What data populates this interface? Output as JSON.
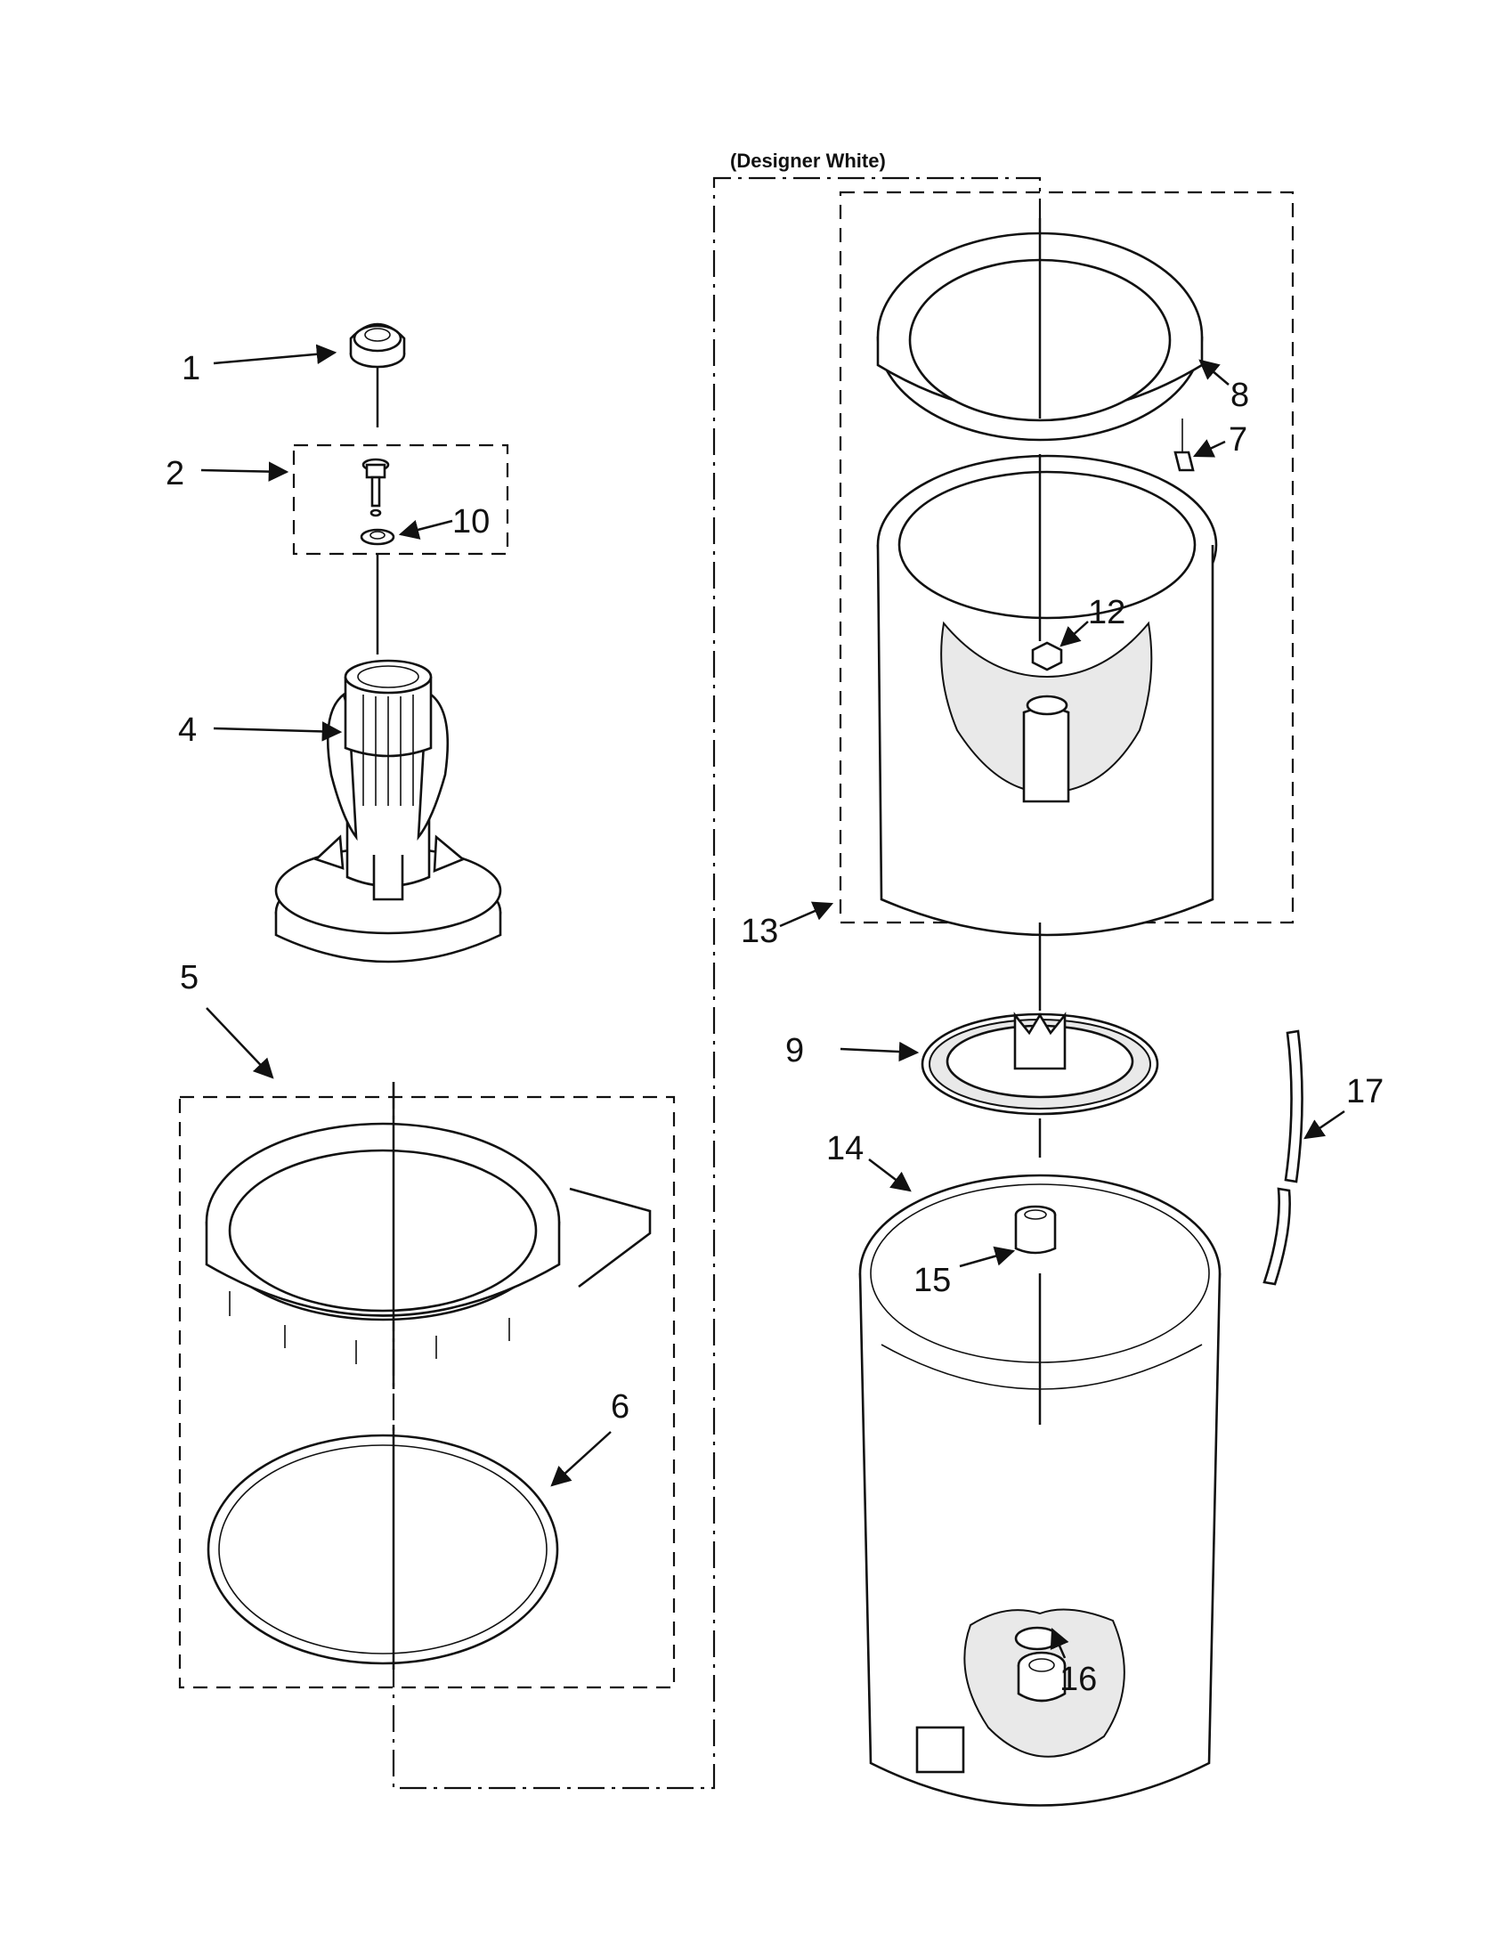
{
  "diagram": {
    "header_note": "(Designer White)",
    "callouts": [
      {
        "id": "1",
        "text": "1"
      },
      {
        "id": "2",
        "text": "2"
      },
      {
        "id": "4",
        "text": "4"
      },
      {
        "id": "5",
        "text": "5"
      },
      {
        "id": "6",
        "text": "6"
      },
      {
        "id": "7",
        "text": "7"
      },
      {
        "id": "8",
        "text": "8"
      },
      {
        "id": "9",
        "text": "9"
      },
      {
        "id": "10",
        "text": "10"
      },
      {
        "id": "12",
        "text": "12"
      },
      {
        "id": "13",
        "text": "13"
      },
      {
        "id": "14",
        "text": "14"
      },
      {
        "id": "15",
        "text": "15"
      },
      {
        "id": "16",
        "text": "16"
      },
      {
        "id": "17",
        "text": "17"
      }
    ]
  }
}
